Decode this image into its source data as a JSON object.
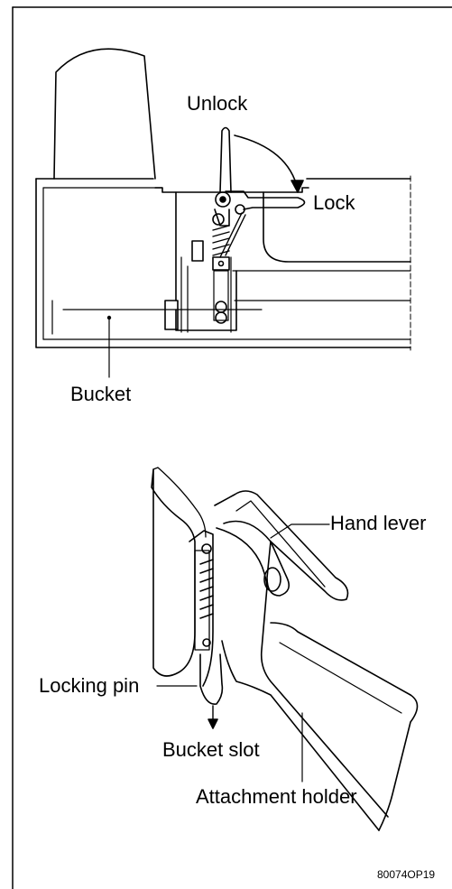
{
  "labels": {
    "unlock": "Unlock",
    "lock": "Lock",
    "bucket": "Bucket",
    "hand_lever": "Hand lever",
    "locking_pin": "Locking pin",
    "bucket_slot": "Bucket slot",
    "attachment_holder": "Attachment holder"
  },
  "figure_code": "80074OP19"
}
